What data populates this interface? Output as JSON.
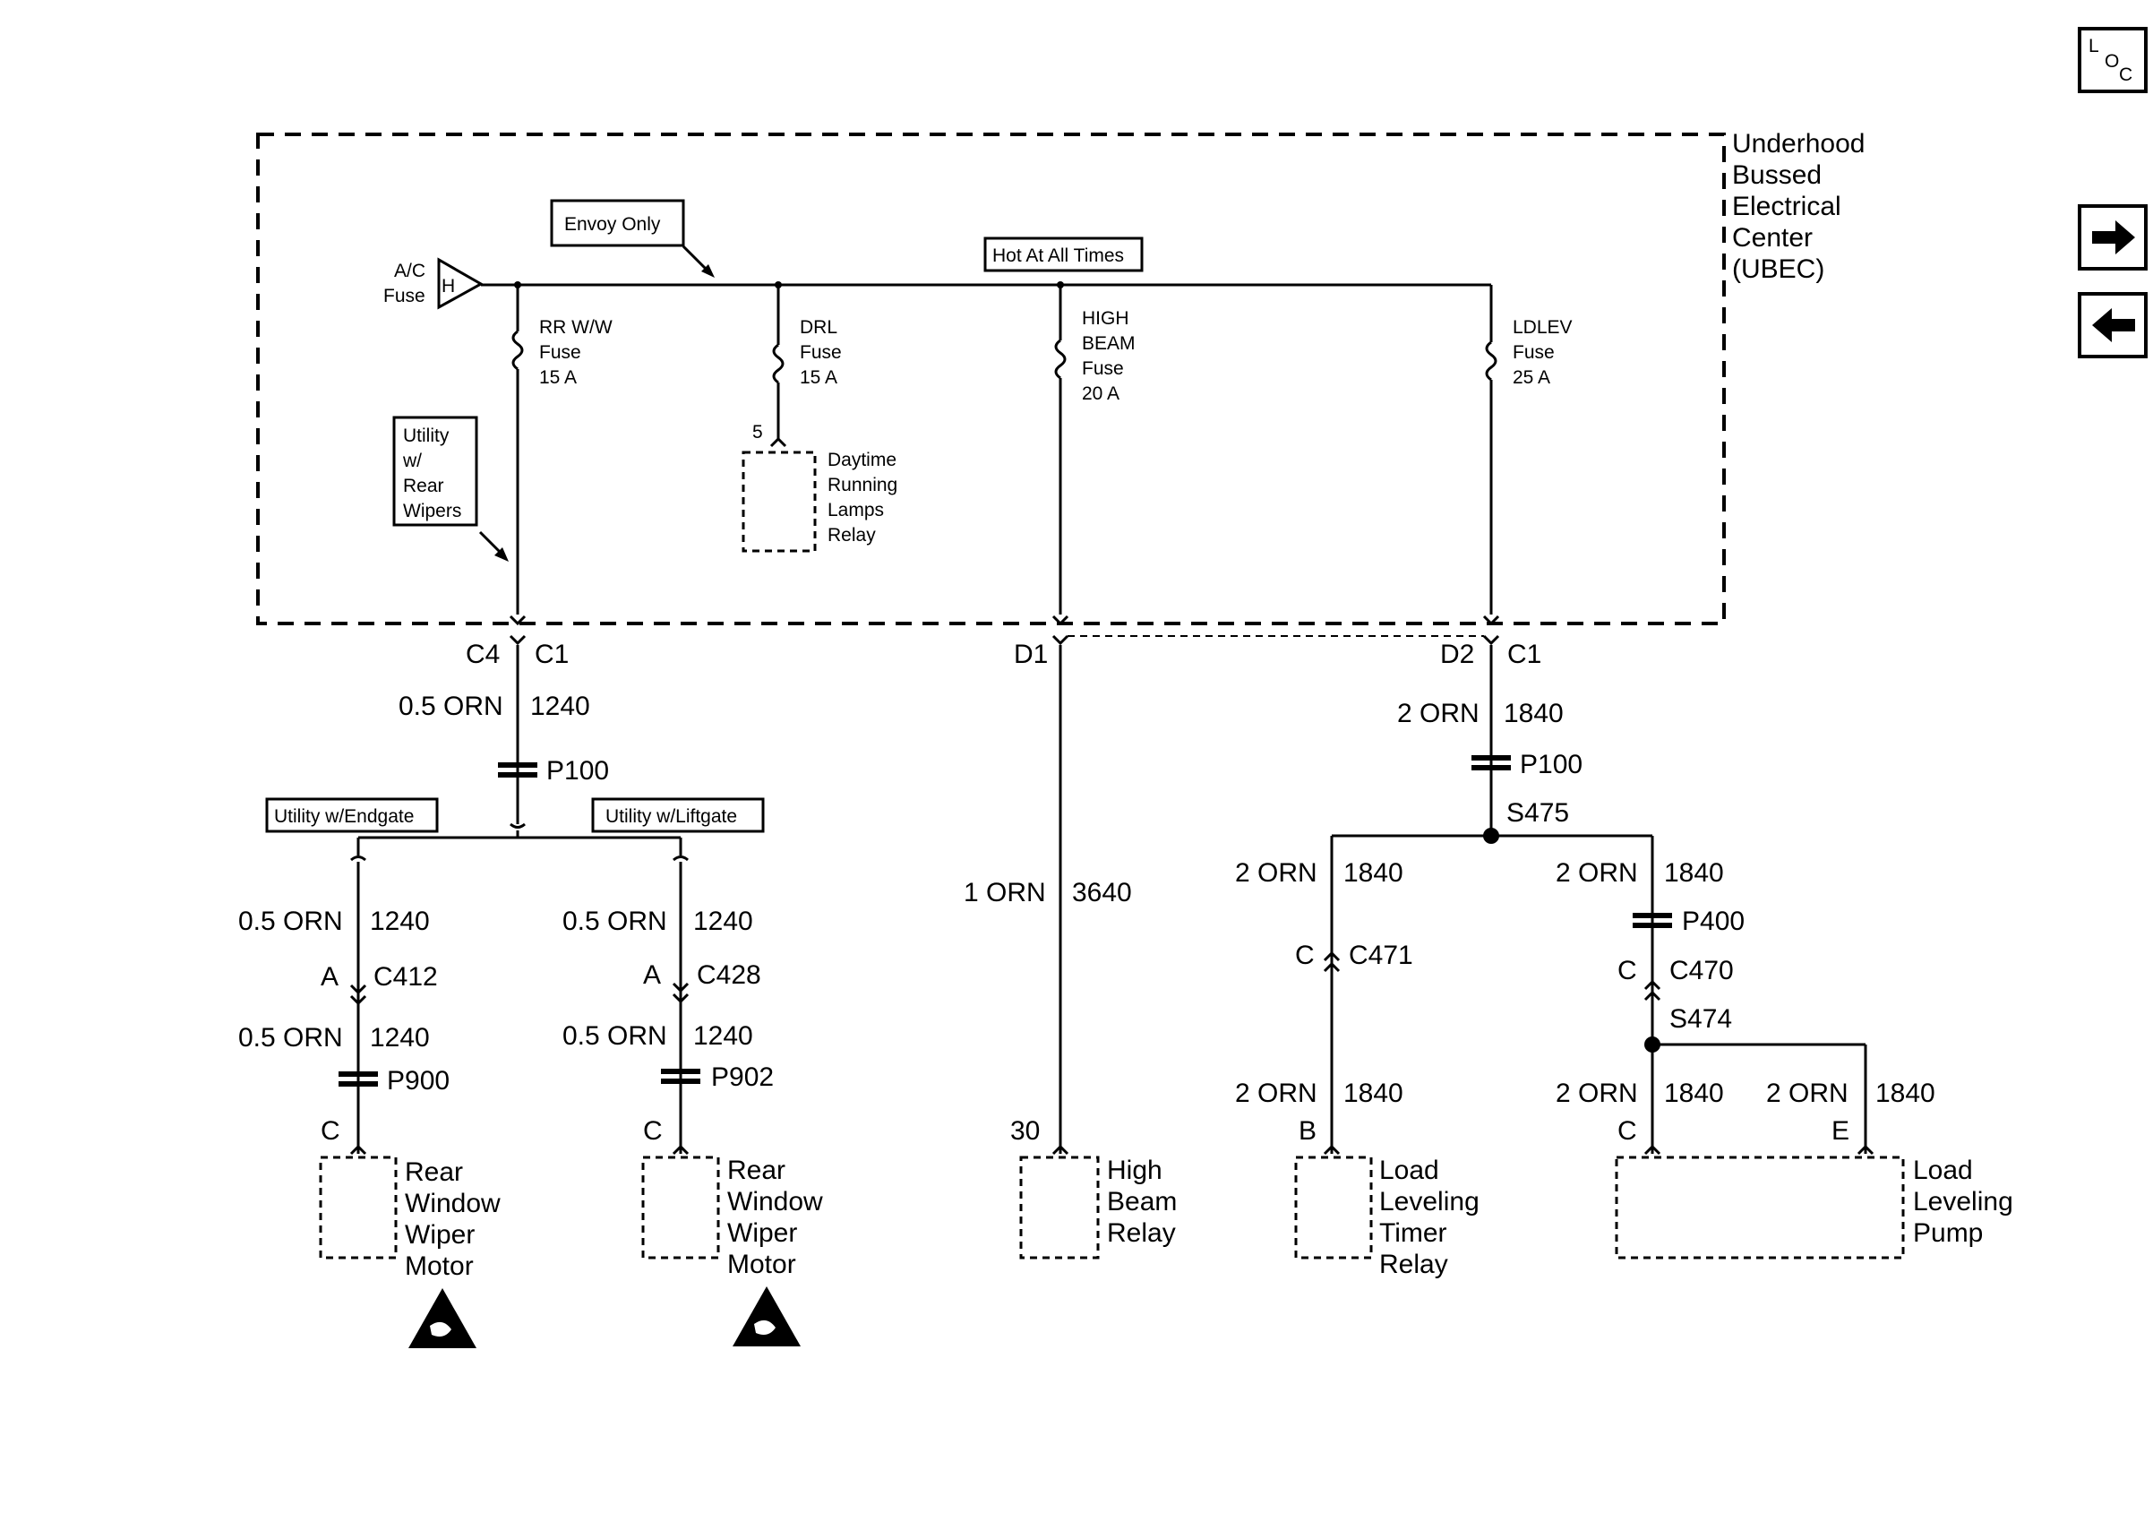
{
  "ubec_label": [
    "Underhood",
    "Bussed",
    "Electrical",
    "Center",
    "(UBEC)"
  ],
  "source": {
    "label": [
      "A/C",
      "Fuse"
    ],
    "letter": "H"
  },
  "tags": {
    "envoy": "Envoy Only",
    "hot": "Hot At All Times",
    "rear_wipers": [
      "Utility",
      "w/",
      "Rear",
      "Wipers"
    ],
    "endgate": "Utility w/Endgate",
    "liftgate": "Utility w/Liftgate"
  },
  "fuses": {
    "rrww": [
      "RR W/W",
      "Fuse",
      "15 A"
    ],
    "drl": [
      "DRL",
      "Fuse",
      "15 A"
    ],
    "hibeam": [
      "HIGH",
      "BEAM",
      "Fuse",
      "20 A"
    ],
    "ldlev": [
      "LDLEV",
      "Fuse",
      "25 A"
    ]
  },
  "drl_relay": {
    "pin": "5",
    "label": [
      "Daytime",
      "Running",
      "Lamps",
      "Relay"
    ]
  },
  "connectors": {
    "c4": "C4",
    "c1a": "C1",
    "d1": "D1",
    "d2": "D2",
    "c1b": "C1",
    "p100a": "P100",
    "p100b": "P100",
    "s475": "S475",
    "p400": "P400",
    "c470_pin": "C",
    "c470": "C470",
    "s474": "S474",
    "c471_pin": "C",
    "c471": "C471",
    "c412_pin": "A",
    "c412": "C412",
    "p900": "P900",
    "c428_pin": "A",
    "c428": "C428",
    "p902": "P902"
  },
  "wires": {
    "w1": [
      "0.5 ORN",
      "1240"
    ],
    "w2": [
      "0.5 ORN",
      "1240"
    ],
    "w3": [
      "0.5 ORN",
      "1240"
    ],
    "w4": [
      "0.5 ORN",
      "1240"
    ],
    "w5": [
      "0.5 ORN",
      "1240"
    ],
    "w6": [
      "1 ORN",
      "3640"
    ],
    "w7": [
      "2 ORN",
      "1840"
    ],
    "w8": [
      "2 ORN",
      "1840"
    ],
    "w9": [
      "2 ORN",
      "1840"
    ],
    "w10": [
      "2 ORN",
      "1840"
    ],
    "w11": [
      "2 ORN",
      "1840"
    ],
    "w12": [
      "2 ORN",
      "1840"
    ]
  },
  "components": {
    "wiper1": {
      "pin": "C",
      "label": [
        "Rear",
        "Window",
        "Wiper",
        "Motor"
      ]
    },
    "wiper2": {
      "pin": "C",
      "label": [
        "Rear",
        "Window",
        "Wiper",
        "Motor"
      ]
    },
    "hb_relay": {
      "pin": "30",
      "label": [
        "High",
        "Beam",
        "Relay"
      ]
    },
    "timer": {
      "pin": "B",
      "label": [
        "Load",
        "Leveling",
        "Timer",
        "Relay"
      ]
    },
    "pump": {
      "pins": [
        "C",
        "E"
      ],
      "label": [
        "Load",
        "Leveling",
        "Pump"
      ]
    }
  },
  "nav": {
    "loc": [
      "L",
      "O",
      "C"
    ],
    "next": "next-arrow",
    "prev": "prev-arrow"
  }
}
